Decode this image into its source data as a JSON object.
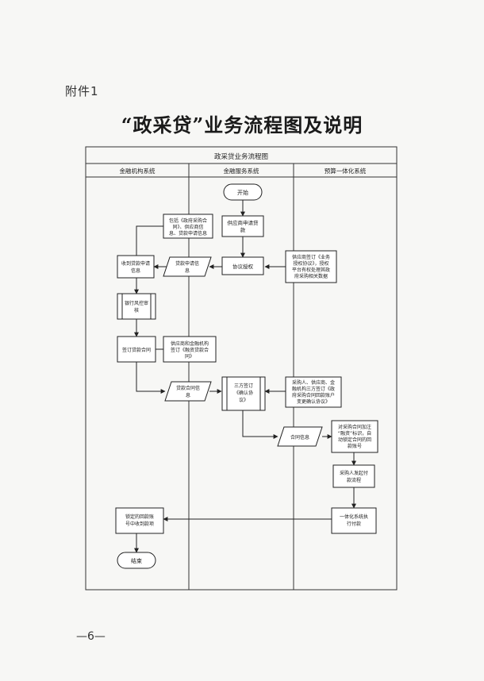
{
  "annex_label": "附件1",
  "doc_title": "“政采贷”业务流程图及说明",
  "page_number": "—6—",
  "diagram": {
    "title": "政采贷业务流程图",
    "lanes": [
      "金融机构系统",
      "金融服务系统",
      "预算一体化系统"
    ],
    "nodes": {
      "start": "开始",
      "apply": [
        "供应商申请贷",
        "款"
      ],
      "agree": "协议授权",
      "note_apply": [
        "包括《政府采购合",
        "同》、供应商信",
        "息、贷款申请信息"
      ],
      "loan_info": [
        "贷款申请信",
        "息"
      ],
      "receive": [
        "收到贷款申请",
        "信息"
      ],
      "budget_sign": [
        "供应商签订《业务",
        "授权协议》，授权",
        "平台有权处理其政",
        "府采购相关数据"
      ],
      "risk": [
        "银行风控审",
        "核"
      ],
      "sign_loan": "签订贷款合同",
      "note_loan": [
        "供应商和金融机构",
        "签订《融资贷款合",
        "同》"
      ],
      "loan_contract": [
        "贷款合同信",
        "息"
      ],
      "tri": [
        "三方签订",
        "《确认协",
        "议》"
      ],
      "note_tri": [
        "采购人、供应商、金",
        "融机构三方签订《政",
        "府采购合同回款账户",
        "变更确认协议》"
      ],
      "contract_info": "合同信息",
      "mark": [
        "对采购合同加注",
        "“融资”标识，自",
        "动锁定合同的回",
        "款账号"
      ],
      "pay_flow": [
        "采购人发起付",
        "款流程"
      ],
      "exec_pay": [
        "一体化系统执",
        "行付款"
      ],
      "locked": [
        "锁定的回款账",
        "号中收到款项"
      ],
      "end": "结束"
    }
  }
}
